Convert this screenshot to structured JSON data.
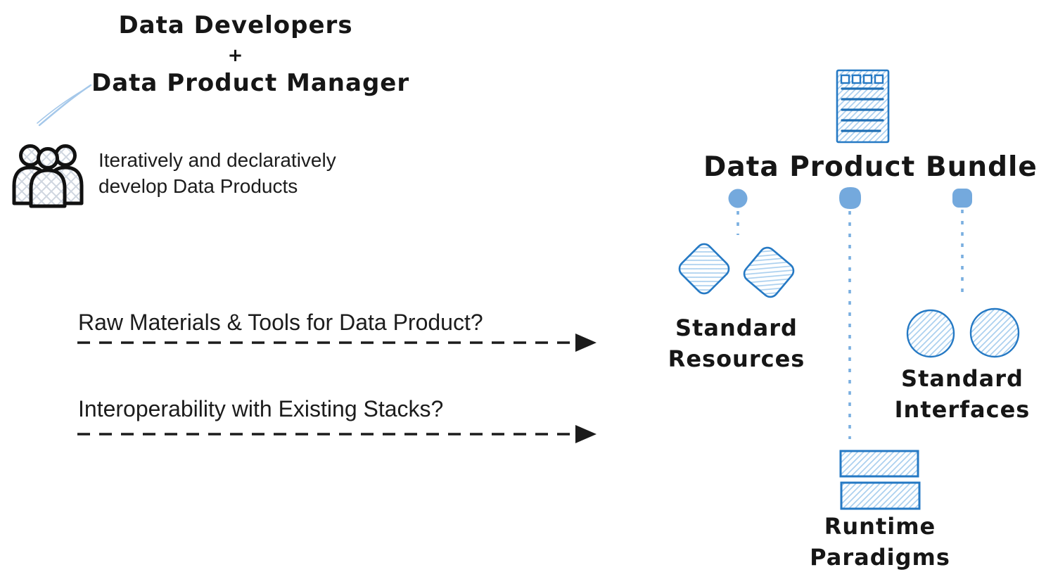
{
  "colors": {
    "shape_stroke_blue": "#2579c4",
    "shape_hatch_blue": "#abd0ef",
    "connector_dotted_blue": "#7aafe0",
    "dot_fill_blue": "#74a9dd",
    "annotation_line_blue": "#a5c8ea",
    "people_hatch_gray": "#cfd6e0",
    "ink_black": "#1b1b1b"
  },
  "team": {
    "title_line1": "Data Developers",
    "title_plus": "+",
    "title_line2": "Data Product Manager",
    "icon": "three-people-icon",
    "description_line1": "Iteratively and declaratively",
    "description_line2": "develop Data Products"
  },
  "questions": [
    {
      "label": "Raw Materials & Tools for Data Product?",
      "arrow": "dashed-right-arrow"
    },
    {
      "label": "Interoperability with Existing Stacks?",
      "arrow": "dashed-right-arrow"
    }
  ],
  "bundle": {
    "icon": "document-list-icon",
    "title": "Data Product Bundle",
    "components": [
      {
        "id": "standard-resources",
        "shape": "diamond",
        "shape_count": 2,
        "label_line1": "Standard",
        "label_line2": "Resources"
      },
      {
        "id": "runtime-paradigms",
        "shape": "rectangle",
        "shape_count": 2,
        "label_line1": "Runtime",
        "label_line2": "Paradigms"
      },
      {
        "id": "standard-interfaces",
        "shape": "circle",
        "shape_count": 2,
        "label_line1": "Standard",
        "label_line2": "Interfaces"
      }
    ]
  }
}
